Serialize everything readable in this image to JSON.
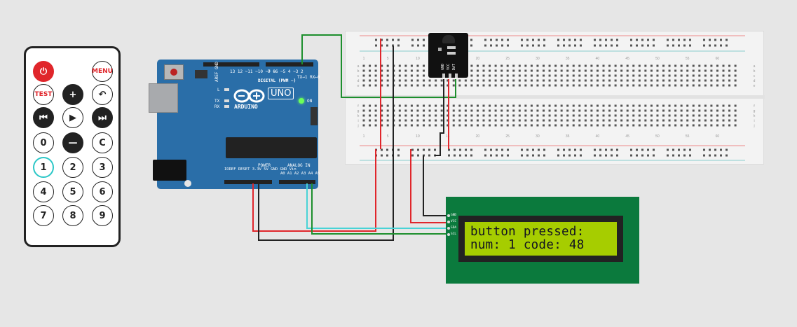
{
  "remote": {
    "buttons": [
      {
        "label": "⏻",
        "name": "power-button",
        "style": "red"
      },
      {
        "label": "MENU",
        "name": "menu-button",
        "style": "redtxt"
      },
      {
        "label": "TEST",
        "name": "test-button",
        "style": "redtxt"
      },
      {
        "label": "+",
        "name": "plus-button",
        "style": "dark"
      },
      {
        "label": "↶",
        "name": "back-button",
        "style": "plain"
      },
      {
        "label": "⏮",
        "name": "prev-button",
        "style": "dark"
      },
      {
        "label": "▶",
        "name": "play-button",
        "style": "plain"
      },
      {
        "label": "⏭",
        "name": "next-button",
        "style": "dark"
      },
      {
        "label": "0",
        "name": "digit-0-button",
        "style": "plain"
      },
      {
        "label": "—",
        "name": "minus-button",
        "style": "dark"
      },
      {
        "label": "C",
        "name": "clear-button",
        "style": "plain"
      },
      {
        "label": "1",
        "name": "digit-1-button",
        "style": "sel"
      },
      {
        "label": "2",
        "name": "digit-2-button",
        "style": "plain"
      },
      {
        "label": "3",
        "name": "digit-3-button",
        "style": "plain"
      },
      {
        "label": "4",
        "name": "digit-4-button",
        "style": "plain"
      },
      {
        "label": "5",
        "name": "digit-5-button",
        "style": "plain"
      },
      {
        "label": "6",
        "name": "digit-6-button",
        "style": "plain"
      },
      {
        "label": "7",
        "name": "digit-7-button",
        "style": "plain"
      },
      {
        "label": "8",
        "name": "digit-8-button",
        "style": "plain"
      },
      {
        "label": "9",
        "name": "digit-9-button",
        "style": "plain"
      }
    ]
  },
  "arduino": {
    "model": "UNO",
    "brand": "ARDUINO",
    "on_label": "ON",
    "digital_label": "DIGITAL (PWM ~)",
    "aref_gnd": "AREF GND",
    "digital_pins": "13 12 ~11 ~10 ~9 8",
    "digital_pins2": "7 ~6 ~5 4 ~3 2",
    "tx_rx": "TX→1 RX←0",
    "led_l": "L",
    "led_tx": "TX",
    "led_rx": "RX",
    "power_label": "POWER",
    "power_pins": "IOREF RESET 3.3V 5V GND GND Vin",
    "analog_label": "ANALOG IN",
    "analog_pins": "A0 A1 A2 A3 A4 A5"
  },
  "breadboard": {
    "col_numbers": [
      "1",
      "5",
      "10",
      "15",
      "20",
      "25",
      "30",
      "35",
      "40",
      "45",
      "50",
      "55",
      "60"
    ],
    "row_letters_top": [
      "a",
      "b",
      "c",
      "d",
      "e"
    ],
    "row_letters_bottom": [
      "f",
      "g",
      "h",
      "i",
      "j"
    ]
  },
  "sensor": {
    "pin_labels": [
      "GND",
      "VCC",
      "DAT"
    ]
  },
  "lcd": {
    "line1": "button pressed:",
    "line2": "num: 1 code: 48",
    "pin_labels": [
      "GND",
      "VCC",
      "SDA",
      "SCL"
    ]
  },
  "colors": {
    "board_blue": "#2a6ea8",
    "lcd_green": "#a6cd00",
    "lcd_pcb": "#0b7a3d",
    "wire_red": "#e0262b",
    "wire_cyan": "#49d3d6",
    "wire_green": "#1d8f2d",
    "wire_black": "#222222",
    "power_led": "#6cff5a"
  }
}
